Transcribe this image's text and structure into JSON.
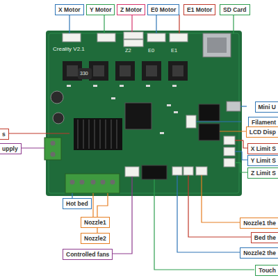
{
  "diagram": {
    "nodes": [
      {
        "text": [
          "X  Motor"
        ]
      },
      {
        "text": [
          "Y Motor"
        ]
      },
      {
        "text": [
          "Z Motor"
        ]
      },
      {
        "text": [
          "E0 Motor"
        ]
      },
      {
        "text": [
          "E1 Motor"
        ]
      },
      {
        "text": [
          "SD Card"
        ]
      },
      {
        "text": [
          "Mini U"
        ]
      },
      {
        "text": [
          "Filament"
        ]
      },
      {
        "text": [
          "s"
        ]
      },
      {
        "text": [
          "LCD Disp"
        ]
      },
      {
        "text": [
          "upply"
        ]
      },
      {
        "text": [
          "X Limit S"
        ]
      },
      {
        "text": [
          "Y Limit S"
        ]
      },
      {
        "text": [
          "Z Limit S"
        ]
      },
      {
        "text": [
          "Hot bed"
        ]
      },
      {
        "text": [
          "Nozzle1"
        ]
      },
      {
        "text": [
          "Nozzle1 the"
        ]
      },
      {
        "text": [
          "Bed the"
        ]
      },
      {
        "text": [
          "Nozzle2"
        ]
      },
      {
        "text": [
          "Controlled fans"
        ]
      },
      {
        "text": [
          "Nozzle2 the"
        ]
      },
      {
        "text": [
          "Touch"
        ]
      }
    ],
    "labels": [
      "Creality V2.1",
      "Z2",
      "E0",
      "E1",
      "330"
    ]
  }
}
